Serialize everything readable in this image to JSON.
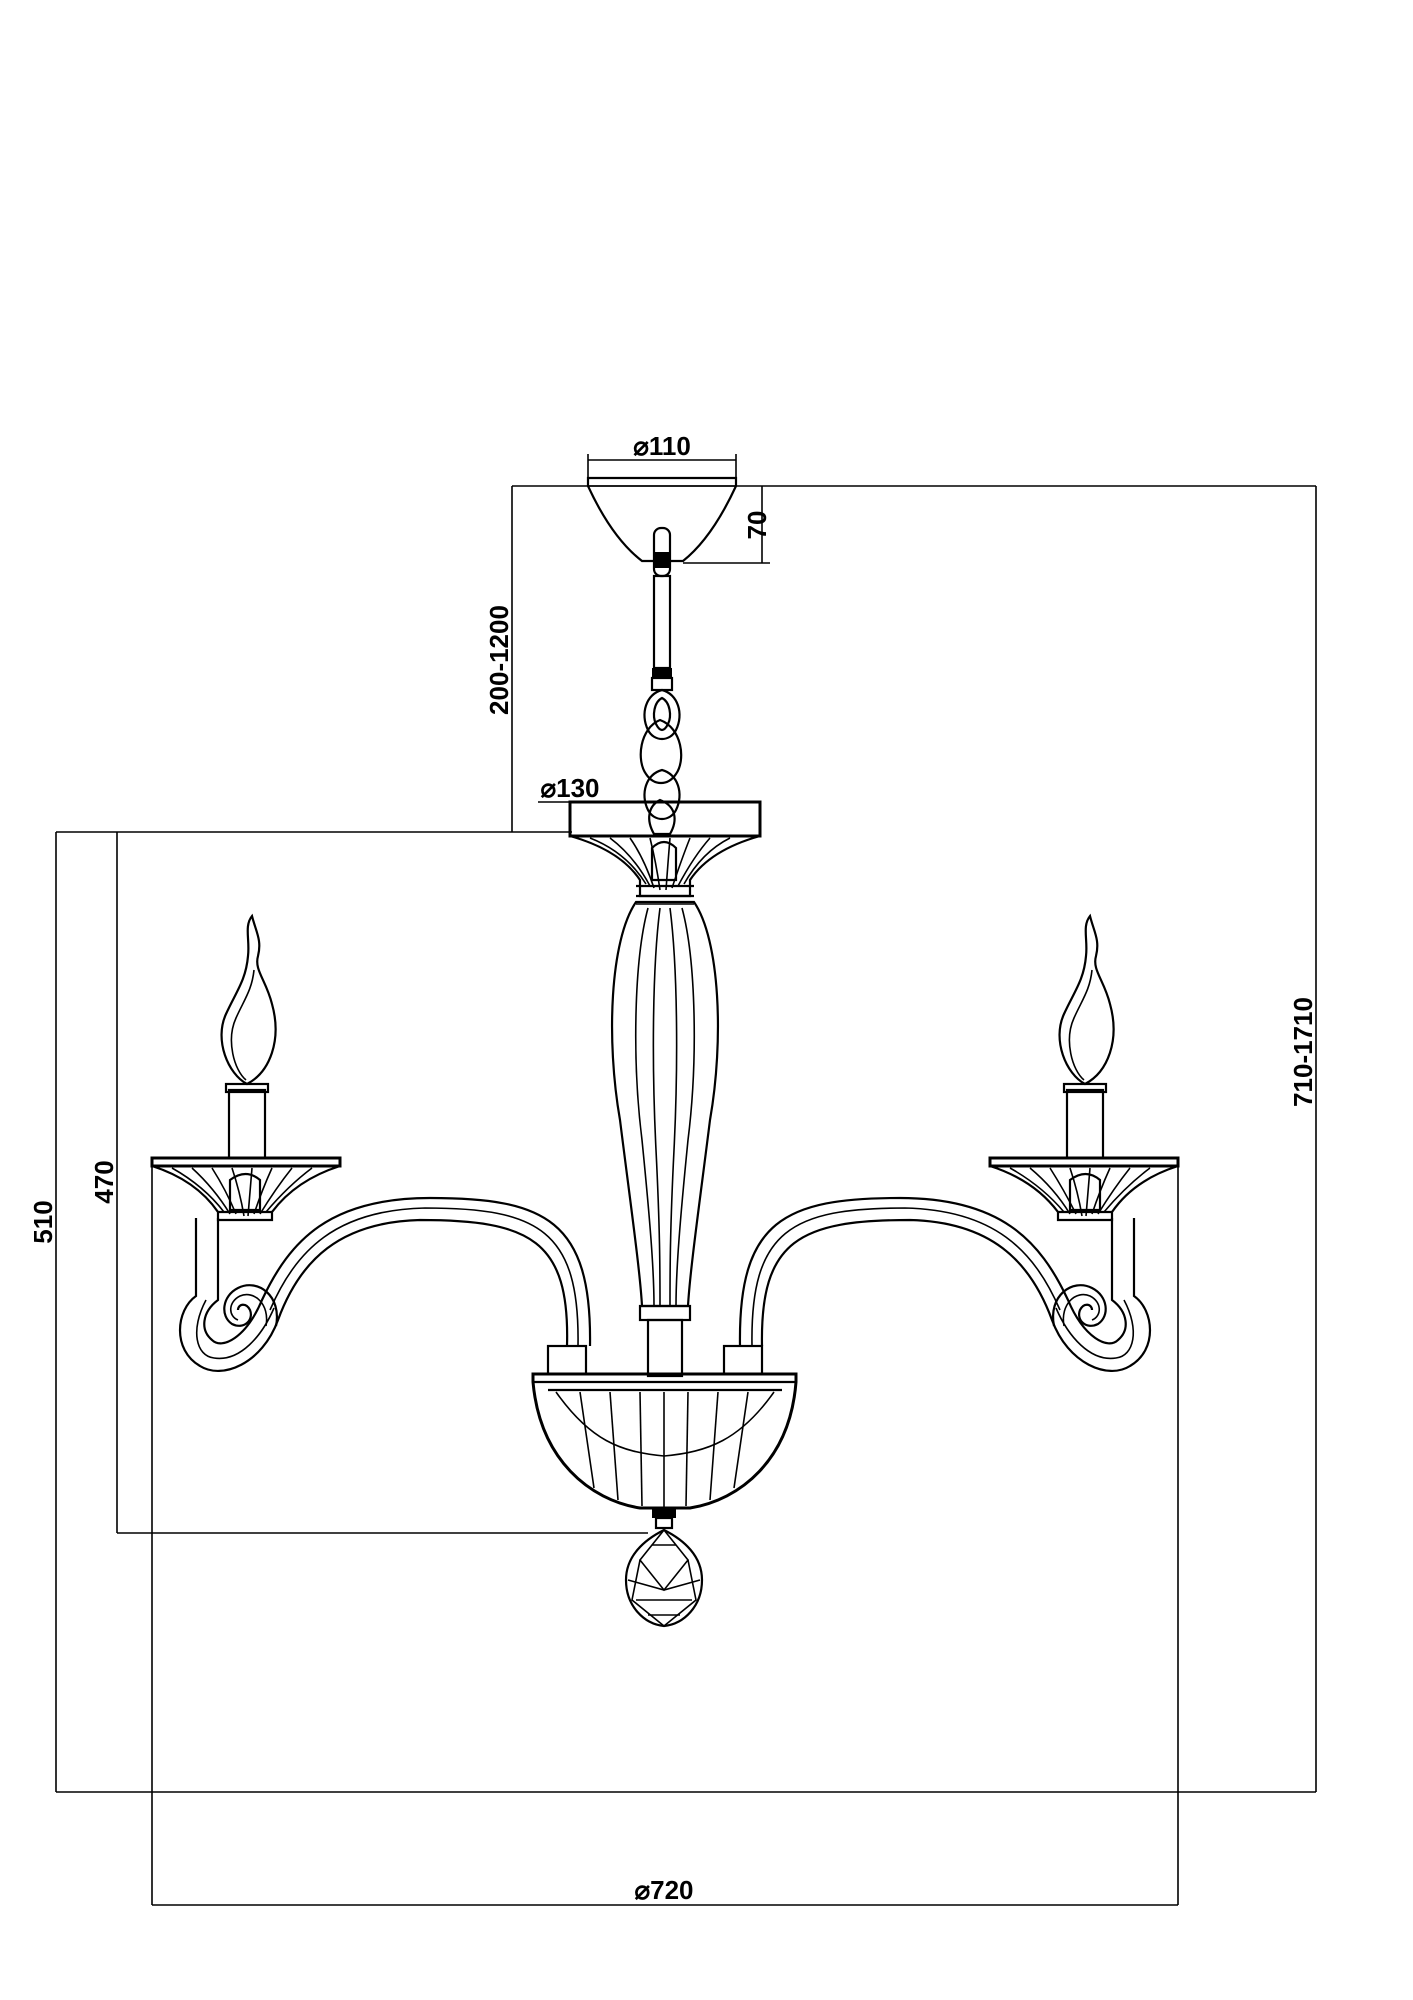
{
  "dimensions": {
    "canopy_diameter": "⌀110",
    "canopy_height": "70",
    "chain_length": "200-1200",
    "top_cup_diameter": "⌀130",
    "total_height": "710-1710",
    "body_height_510": "510",
    "body_height_470": "470",
    "total_diameter": "⌀720"
  }
}
